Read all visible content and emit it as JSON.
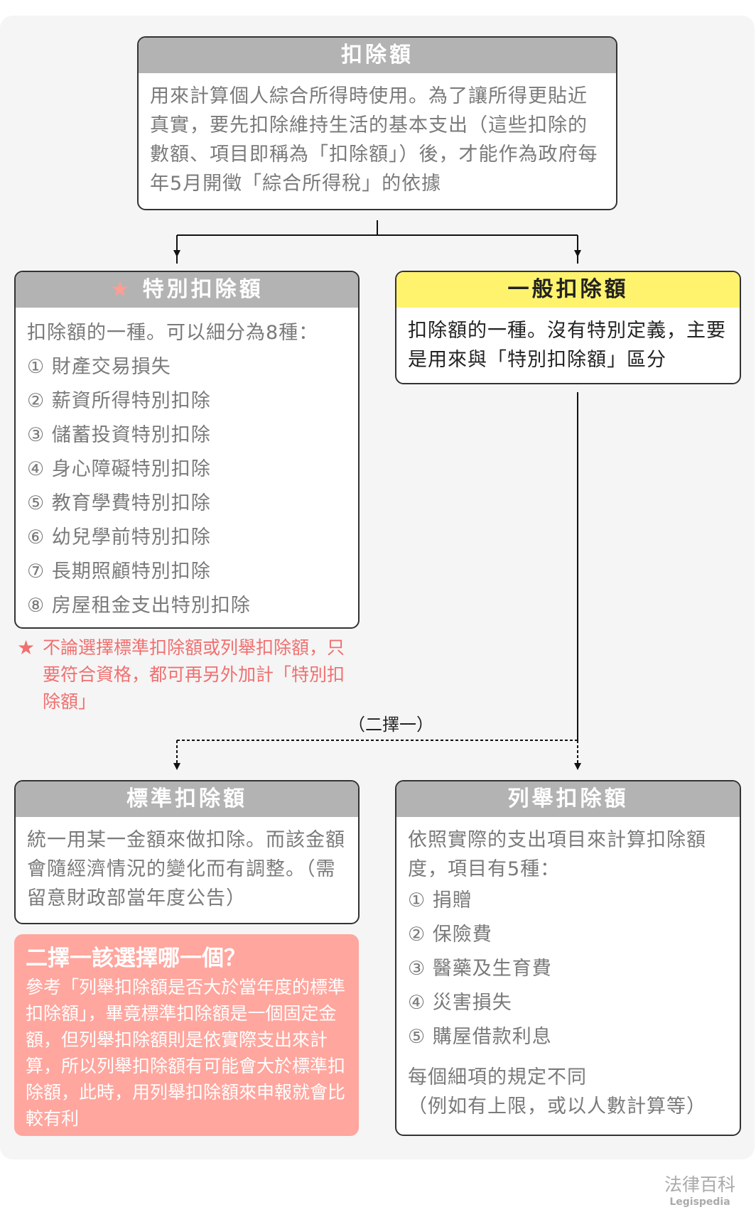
{
  "top": {
    "title": "扣除額",
    "body": "用來計算個人綜合所得時使用。為了讓所得更貼近真實，要先扣除維持生活的基本支出（這些扣除的數額、項目即稱為「扣除額」）後，才能作為政府每年5月開徵「綜合所得稅」的依據"
  },
  "special": {
    "title": "特別扣除額",
    "icon": "star-icon",
    "intro": "扣除額的一種。可以細分為8種：",
    "items": [
      "① 財產交易損失",
      "② 薪資所得特別扣除",
      "③ 儲蓄投資特別扣除",
      "④ 身心障礙特別扣除",
      "⑤ 教育學費特別扣除",
      "⑥ 幼兒學前特別扣除",
      "⑦ 長期照顧特別扣除",
      "⑧ 房屋租金支出特別扣除"
    ]
  },
  "general": {
    "title": "一般扣除額",
    "body": "扣除額的一種。沒有特別定義，主要是用來與「特別扣除額」區分"
  },
  "note": {
    "text": "不論選擇標準扣除額或列舉扣除額，只要符合資格，都可再另外加計「特別扣除額」"
  },
  "choose": "（二擇一）",
  "standard": {
    "title": "標準扣除額",
    "body": "統一用某一金額來做扣除。而該金額會隨經濟情況的變化而有調整。（需留意財政部當年度公告）"
  },
  "tip": {
    "title": "二擇一該選擇哪一個？",
    "body": "參考「列舉扣除額是否大於當年度的標準扣除額」，畢竟標準扣除額是一個固定金額，但列舉扣除額則是依實際支出來計算，所以列舉扣除額有可能會大於標準扣除額，此時，用列舉扣除額來申報就會比較有利"
  },
  "itemized": {
    "title": "列舉扣除額",
    "intro": "依照實際的支出項目來計算扣除額度，項目有5種：",
    "items": [
      "① 捐贈",
      "② 保險費",
      "③ 醫藥及生育費",
      "④ 災害損失",
      "⑤ 購屋借款利息"
    ],
    "footer1": "每個細項的規定不同",
    "footer2": "（例如有上限，或以人數計算等）"
  },
  "logo": {
    "name": "法律百科",
    "sub": "Legispedia"
  },
  "colors": {
    "header": "#b3b3b3",
    "general_header": "#fff36e",
    "note": "#f07070",
    "tip_bg": "#ffa69e"
  }
}
